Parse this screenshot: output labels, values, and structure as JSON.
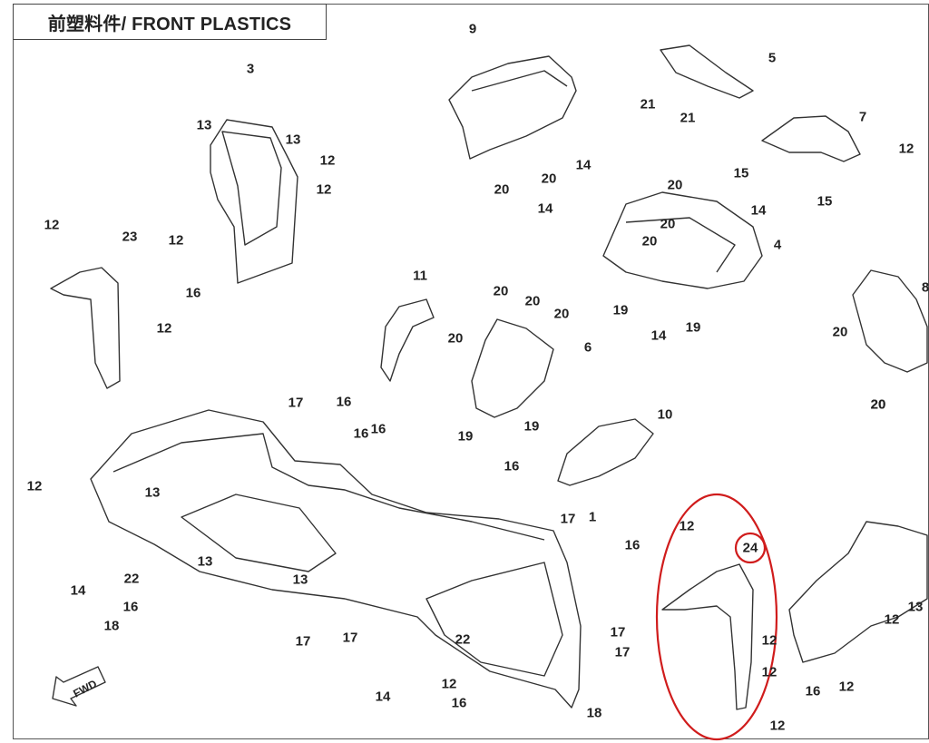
{
  "title": "前塑料件/ FRONT PLASTICS",
  "fwd_label": "FWD",
  "highlight_color": "#d01c1c",
  "highlighted_part": "24",
  "callouts": [
    {
      "id": "c1",
      "text": "1"
    },
    {
      "id": "c3",
      "text": "3"
    },
    {
      "id": "c4",
      "text": "4"
    },
    {
      "id": "c5",
      "text": "5"
    },
    {
      "id": "c6",
      "text": "6"
    },
    {
      "id": "c7",
      "text": "7"
    },
    {
      "id": "c8",
      "text": "8"
    },
    {
      "id": "c9",
      "text": "9"
    },
    {
      "id": "c10",
      "text": "10"
    },
    {
      "id": "c11",
      "text": "11"
    },
    {
      "id": "c23",
      "text": "23"
    },
    {
      "id": "c24",
      "text": "24"
    },
    {
      "id": "c13a",
      "text": "13"
    },
    {
      "id": "c13b",
      "text": "13"
    },
    {
      "id": "c12a",
      "text": "12"
    },
    {
      "id": "c12b",
      "text": "12"
    },
    {
      "id": "c12c",
      "text": "12"
    },
    {
      "id": "c16a",
      "text": "16"
    },
    {
      "id": "c12d",
      "text": "12"
    },
    {
      "id": "c12e",
      "text": "12"
    },
    {
      "id": "c21a",
      "text": "21"
    },
    {
      "id": "c21b",
      "text": "21"
    },
    {
      "id": "c20a",
      "text": "20"
    },
    {
      "id": "c20b",
      "text": "20"
    },
    {
      "id": "c14a",
      "text": "14"
    },
    {
      "id": "c14b",
      "text": "14"
    },
    {
      "id": "c14c",
      "text": "14"
    },
    {
      "id": "c20c",
      "text": "20"
    },
    {
      "id": "c20d",
      "text": "20"
    },
    {
      "id": "c20e",
      "text": "20"
    },
    {
      "id": "c19a",
      "text": "19"
    },
    {
      "id": "c19b",
      "text": "19"
    },
    {
      "id": "c14d",
      "text": "14"
    },
    {
      "id": "c15a",
      "text": "15"
    },
    {
      "id": "c15b",
      "text": "15"
    },
    {
      "id": "c12f",
      "text": "12"
    },
    {
      "id": "c20f",
      "text": "20"
    },
    {
      "id": "c20g",
      "text": "20"
    },
    {
      "id": "c20h",
      "text": "20"
    },
    {
      "id": "c20i",
      "text": "20"
    },
    {
      "id": "c20j",
      "text": "20"
    },
    {
      "id": "c19c",
      "text": "19"
    },
    {
      "id": "c19d",
      "text": "19"
    },
    {
      "id": "c20k",
      "text": "20"
    },
    {
      "id": "c20l",
      "text": "20"
    },
    {
      "id": "c17a",
      "text": "17"
    },
    {
      "id": "c16b",
      "text": "16"
    },
    {
      "id": "c16c",
      "text": "16"
    },
    {
      "id": "c16d",
      "text": "16"
    },
    {
      "id": "c16e",
      "text": "16"
    },
    {
      "id": "c17b",
      "text": "17"
    },
    {
      "id": "c12g",
      "text": "12"
    },
    {
      "id": "c13c",
      "text": "13"
    },
    {
      "id": "c14e",
      "text": "14"
    },
    {
      "id": "c22a",
      "text": "22"
    },
    {
      "id": "c16f",
      "text": "16"
    },
    {
      "id": "c18a",
      "text": "18"
    },
    {
      "id": "c13d",
      "text": "13"
    },
    {
      "id": "c13e",
      "text": "13"
    },
    {
      "id": "c17c",
      "text": "17"
    },
    {
      "id": "c17d",
      "text": "17"
    },
    {
      "id": "c14f",
      "text": "14"
    },
    {
      "id": "c22b",
      "text": "22"
    },
    {
      "id": "c12h",
      "text": "12"
    },
    {
      "id": "c16g",
      "text": "16"
    },
    {
      "id": "c16h",
      "text": "16"
    },
    {
      "id": "c17e",
      "text": "17"
    },
    {
      "id": "c17f",
      "text": "17"
    },
    {
      "id": "c18b",
      "text": "18"
    },
    {
      "id": "c12i",
      "text": "12"
    },
    {
      "id": "c12j",
      "text": "12"
    },
    {
      "id": "c12k",
      "text": "12"
    },
    {
      "id": "c12l",
      "text": "12"
    },
    {
      "id": "c13f",
      "text": "13"
    },
    {
      "id": "c12m",
      "text": "12"
    },
    {
      "id": "c16i",
      "text": "16"
    },
    {
      "id": "c12n",
      "text": "12"
    }
  ]
}
